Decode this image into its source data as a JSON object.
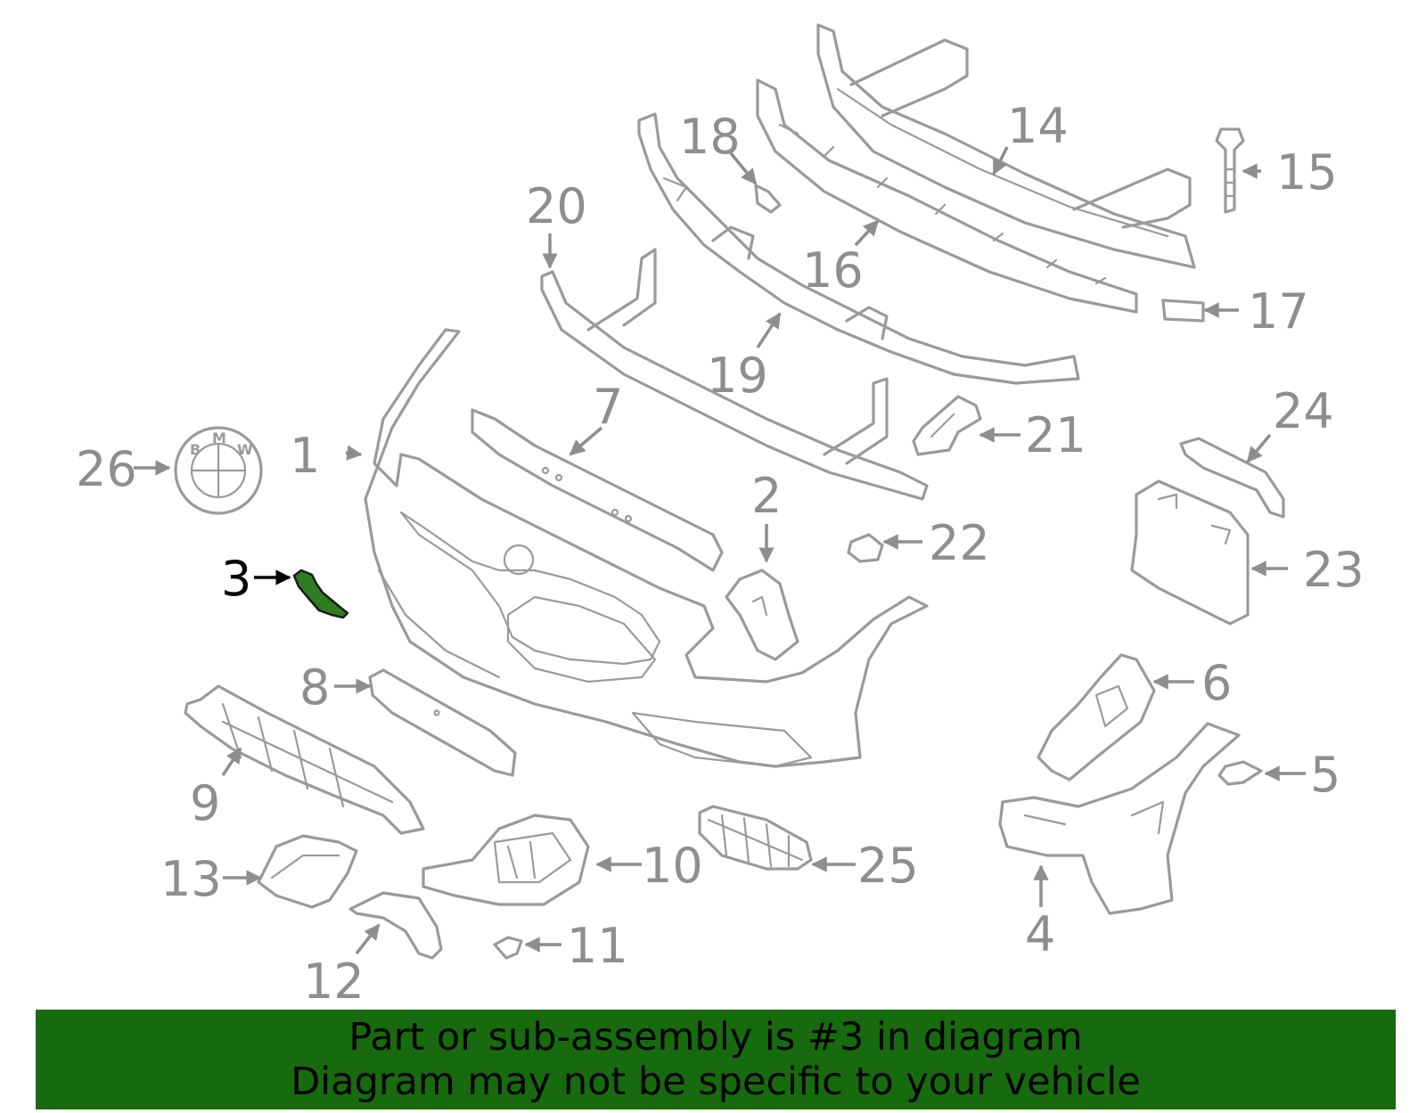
{
  "colors": {
    "highlight": "#2e7d1e",
    "line": "#9a9a9a",
    "label": "#8e8e8e",
    "banner_bg": "#176b0e",
    "banner_text": "#000000"
  },
  "highlighted_part": "3",
  "parts": {
    "p1": "1",
    "p2": "2",
    "p3": "3",
    "p4": "4",
    "p5": "5",
    "p6": "6",
    "p7": "7",
    "p8": "8",
    "p9": "9",
    "p10": "10",
    "p11": "11",
    "p12": "12",
    "p13": "13",
    "p14": "14",
    "p15": "15",
    "p16": "16",
    "p17": "17",
    "p18": "18",
    "p19": "19",
    "p20": "20",
    "p21": "21",
    "p22": "22",
    "p23": "23",
    "p24": "24",
    "p25": "25",
    "p26": "26"
  },
  "logo": {
    "letter_b": "B",
    "letter_m": "M",
    "letter_w": "W"
  },
  "banner": {
    "line1": "Part or sub-assembly is #3 in diagram",
    "line2": "Diagram may not be specific to your vehicle"
  }
}
